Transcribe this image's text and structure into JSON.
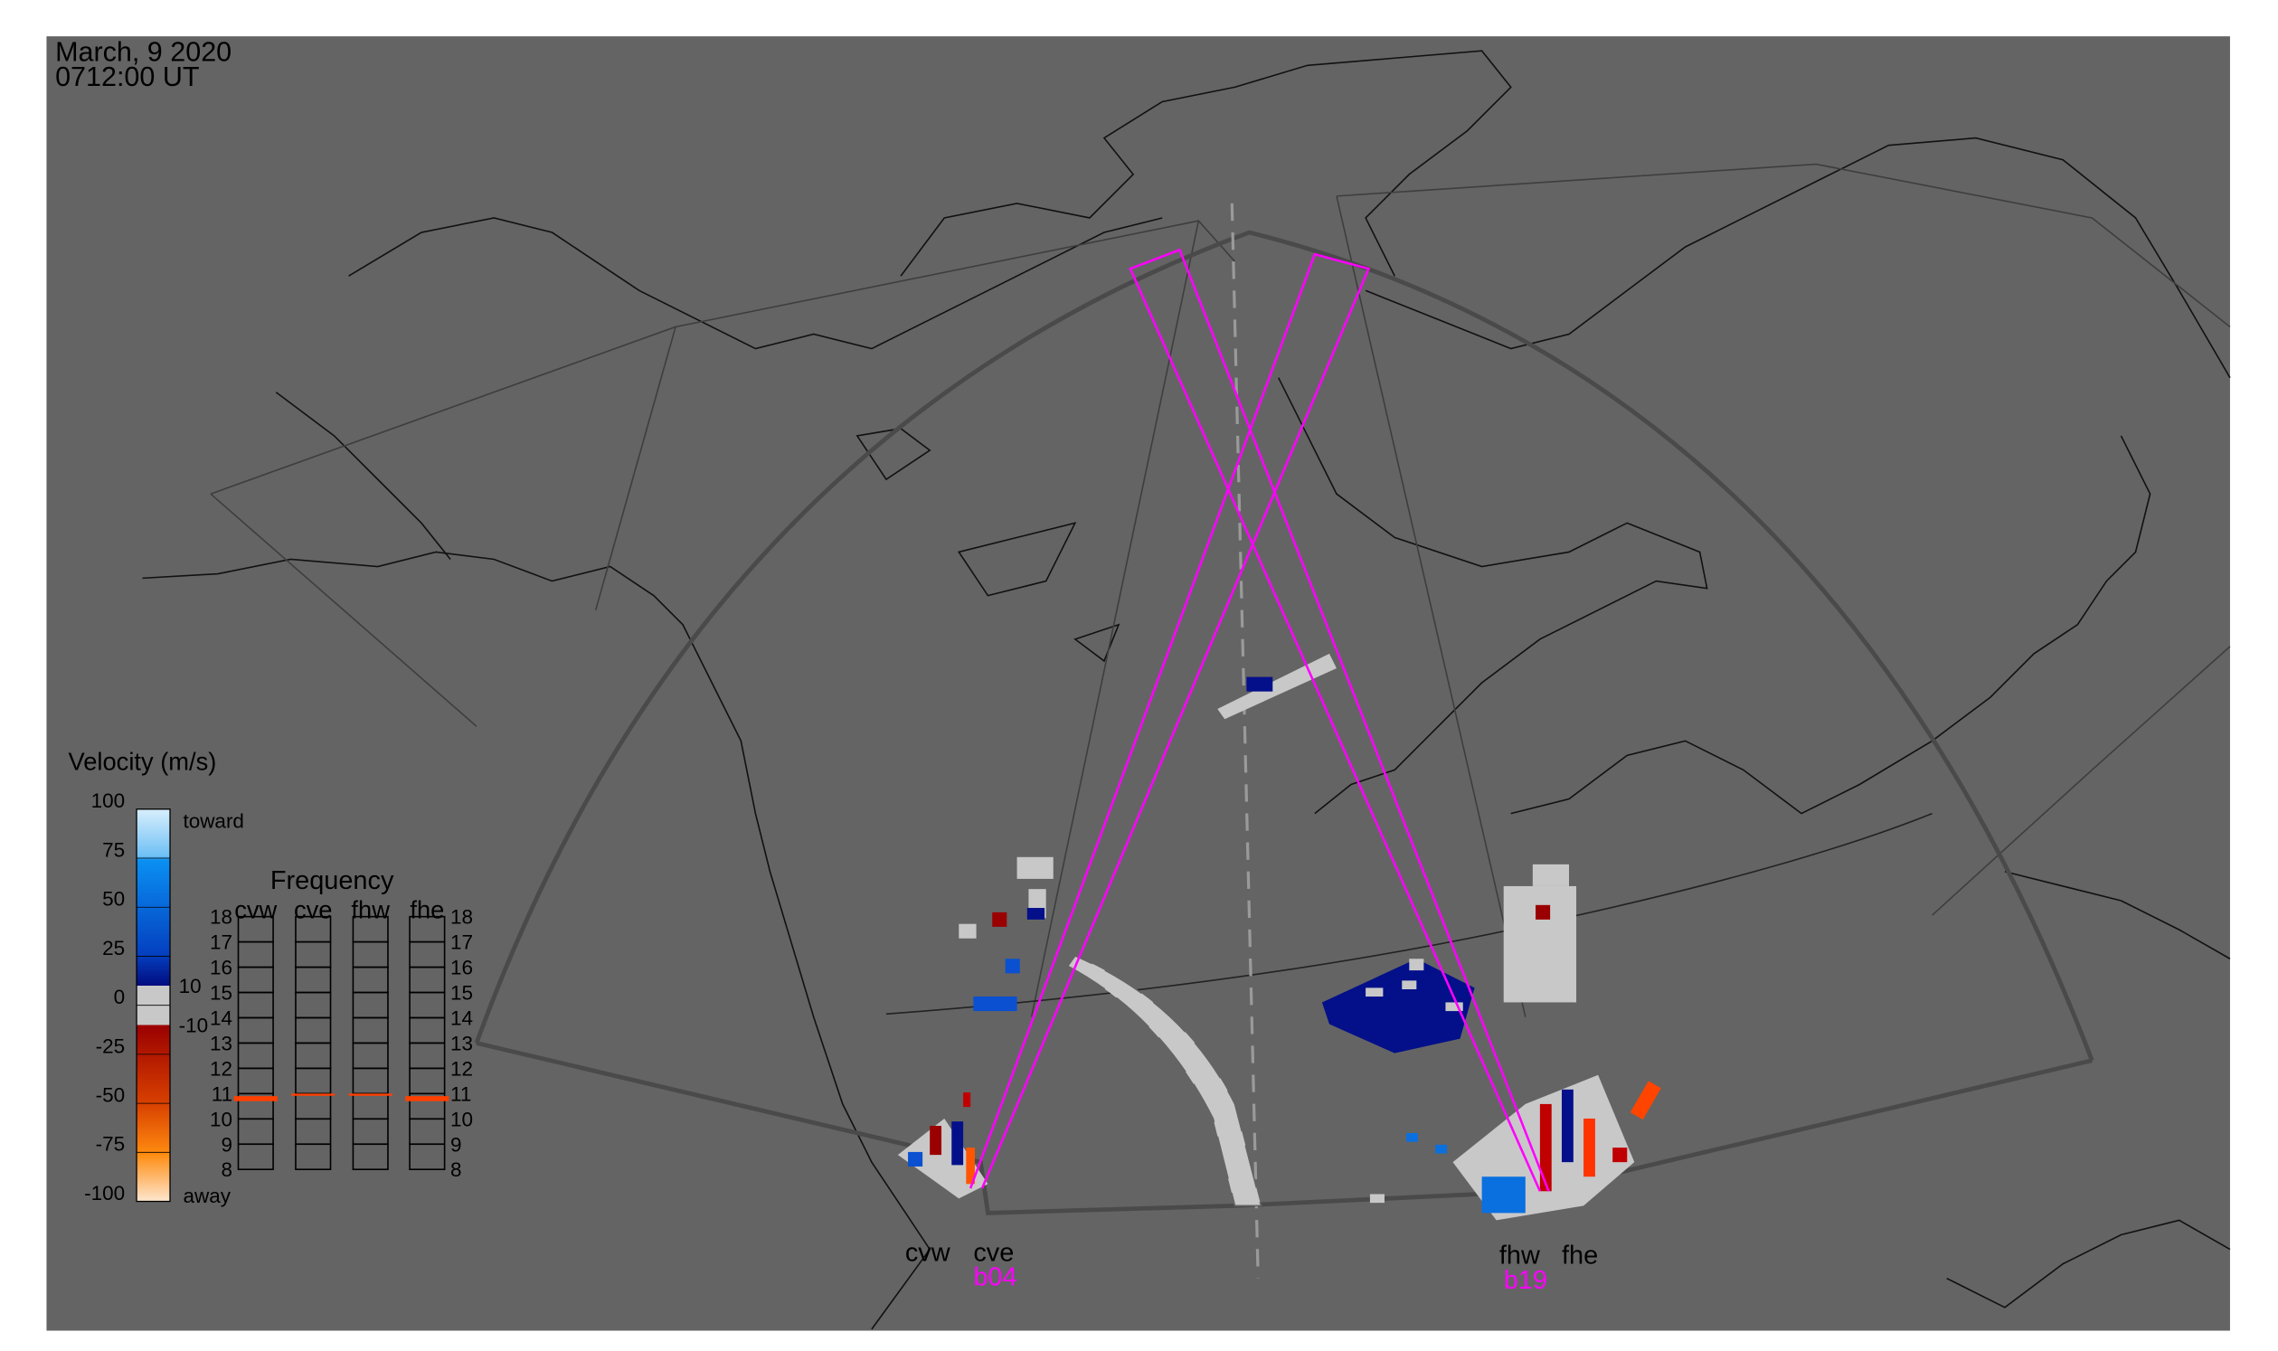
{
  "header": {
    "date": "March, 9 2020",
    "time": "0712:00 UT"
  },
  "velocity_legend": {
    "title": "Velocity (m/s)",
    "ticks": [
      100,
      75,
      50,
      25,
      0,
      -25,
      -50,
      -75,
      -100
    ],
    "inner_ticks": [
      10,
      -10
    ],
    "toward_label": "toward",
    "away_label": "away",
    "colors": {
      "toward_light": "#bfe3fb",
      "toward_mid": "#0a8cf0",
      "toward_dark": "#04108a",
      "near_zero": "#c8c8c8",
      "away_dark": "#9a0000",
      "away_mid": "#ff7a00",
      "away_light": "#fde0c4"
    }
  },
  "frequency_legend": {
    "title": "Frequency",
    "columns": [
      "cvw",
      "cve",
      "fhw",
      "fhe"
    ],
    "y_ticks": [
      18,
      17,
      16,
      15,
      14,
      13,
      12,
      11,
      10,
      9,
      8
    ],
    "values_mhz": {
      "cvw": [
        10.7,
        10.9
      ],
      "cve": [
        11.0,
        11.0
      ],
      "fhw": [
        11.0,
        11.0
      ],
      "fhe": [
        10.7,
        10.9
      ]
    },
    "marker_color": "#ff4000"
  },
  "stations": {
    "left": {
      "west": "cvw",
      "east": "cve",
      "beam": "b04"
    },
    "right": {
      "west": "fhw",
      "east": "fhe",
      "beam": "b19"
    }
  },
  "colors": {
    "background": "#646464",
    "beam": "#ff00ff",
    "fov": "#4a4a4a"
  }
}
